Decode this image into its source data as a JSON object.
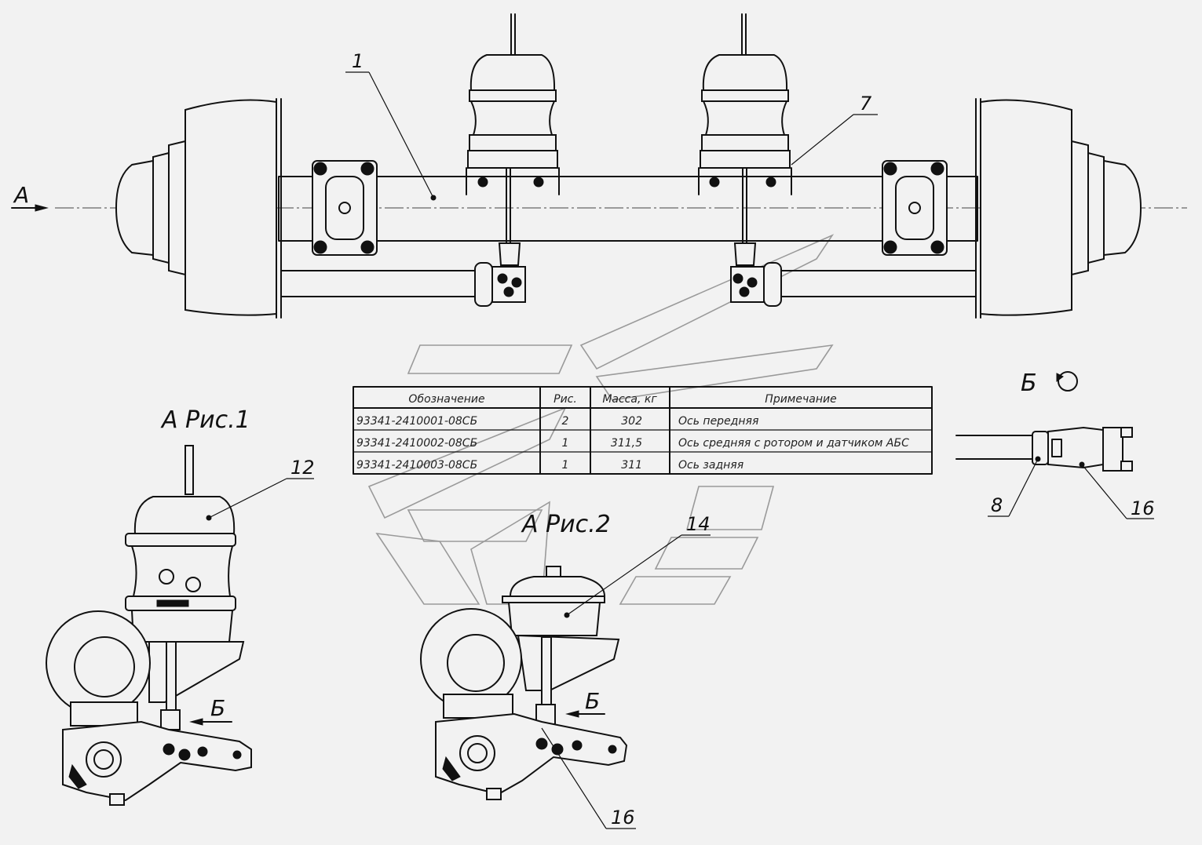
{
  "view_labels": {
    "view_a_arrow": "А",
    "view_a_fig1": "А Рис.1",
    "view_a_fig2": "А Рис.2",
    "view_b": "Б",
    "arrow_b1": "Б",
    "arrow_b2": "Б"
  },
  "callouts": {
    "c1": "1",
    "c7": "7",
    "c12": "12",
    "c14": "14",
    "c8": "8",
    "c16a": "16",
    "c16b": "16"
  },
  "table": {
    "headers": [
      "Обозначение",
      "Рис.",
      "Масса, кг",
      "Примечание"
    ],
    "rows": [
      [
        "93341-2410001-08СБ",
        "2",
        "302",
        "Ось передняя"
      ],
      [
        "93341-2410002-08СБ",
        "1",
        "311,5",
        "Ось  средняя с ротором и датчиком АБС"
      ],
      [
        "93341-2410003-08СБ",
        "1",
        "311",
        "Ось  задняя"
      ]
    ]
  }
}
